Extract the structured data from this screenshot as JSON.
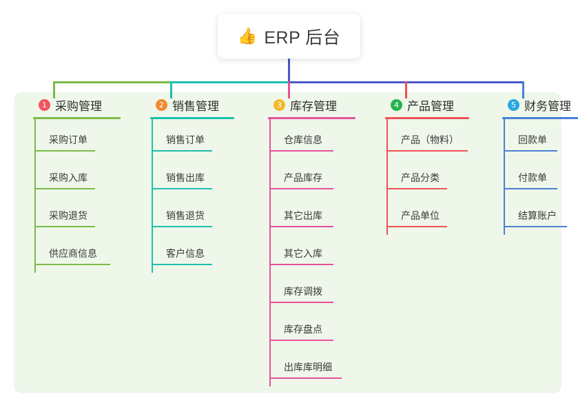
{
  "root": {
    "icon": "thumbs-up-icon",
    "emoji": "👍",
    "title": "ERP 后台"
  },
  "panel": {
    "background_color": "#eef7ea"
  },
  "connector_colors": {
    "trunk": "#4a55c8",
    "bar_green": "#7cbb43",
    "bar_teal": "#1dbfae",
    "bar_blue": "#4a55c8",
    "drop_1": "#7cbb43",
    "drop_2": "#1dbfae",
    "drop_3": "#e8509a",
    "drop_4": "#f05055",
    "drop_5": "#4a7fd4"
  },
  "columns": [
    {
      "index": "1",
      "badge_label": "1",
      "badge_color": "#f25560",
      "accent_color": "#7cbb43",
      "title": "采购管理",
      "rule_width": 127,
      "items": [
        {
          "label": "采购订单",
          "rule_width": 88
        },
        {
          "label": "采购入库",
          "rule_width": 88
        },
        {
          "label": "采购退货",
          "rule_width": 88
        },
        {
          "label": "供应商信息",
          "rule_width": 110
        }
      ]
    },
    {
      "index": "2",
      "badge_label": "2",
      "badge_color": "#f08a2e",
      "accent_color": "#1dbfae",
      "title": "销售管理",
      "rule_width": 122,
      "items": [
        {
          "label": "销售订单",
          "rule_width": 88
        },
        {
          "label": "销售出库",
          "rule_width": 88
        },
        {
          "label": "销售退货",
          "rule_width": 88
        },
        {
          "label": "客户信息",
          "rule_width": 88
        }
      ]
    },
    {
      "index": "3",
      "badge_label": "3",
      "badge_color": "#f5b82e",
      "accent_color": "#e8509a",
      "title": "库存管理",
      "rule_width": 127,
      "items": [
        {
          "label": "仓库信息",
          "rule_width": 93
        },
        {
          "label": "产品库存",
          "rule_width": 93
        },
        {
          "label": "其它出库",
          "rule_width": 93
        },
        {
          "label": "其它入库",
          "rule_width": 93
        },
        {
          "label": "库存调拨",
          "rule_width": 93
        },
        {
          "label": "库存盘点",
          "rule_width": 93
        },
        {
          "label": "出库库明细",
          "rule_width": 105
        }
      ]
    },
    {
      "index": "4",
      "badge_label": "4",
      "badge_color": "#27b34d",
      "accent_color": "#f05055",
      "title": "产品管理",
      "rule_width": 122,
      "items": [
        {
          "label": "产品（物料）",
          "rule_width": 118
        },
        {
          "label": "产品分类",
          "rule_width": 88
        },
        {
          "label": "产品单位",
          "rule_width": 88
        }
      ]
    },
    {
      "index": "5",
      "badge_label": "5",
      "badge_color": "#29a8e0",
      "accent_color": "#4a7fd4",
      "title": "财务管理",
      "rule_width": 122,
      "items": [
        {
          "label": "回款单",
          "rule_width": 78
        },
        {
          "label": "付款单",
          "rule_width": 78
        },
        {
          "label": "结算账户",
          "rule_width": 92
        }
      ]
    }
  ]
}
